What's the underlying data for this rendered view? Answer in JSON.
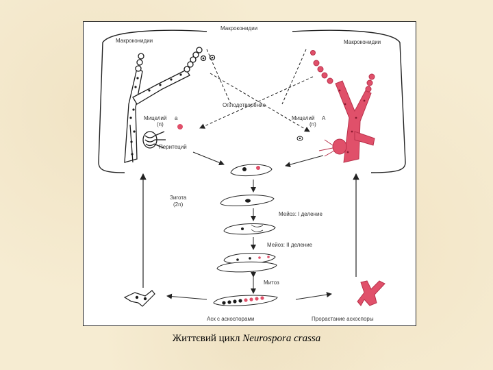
{
  "figure": {
    "labels": {
      "macroconidia_top": "Макроконидии",
      "macroconidia_left": "Макроконидии",
      "macroconidia_right": "Макроконидии",
      "fertilization": "Оплодотворение",
      "mycelium_a": "Мицелий",
      "mycelium_a_letter": "a",
      "mycelium_a_ploidy": "(n)",
      "mycelium_A": "Мицелий",
      "mycelium_A_letter": "A",
      "mycelium_A_ploidy": "(n)",
      "perithecium": "Перитеций",
      "zygote": "Зигота",
      "zygote_ploidy": "(2n)",
      "meiosis_1": "Мейоз: I деление",
      "meiosis_2": "Мейоз: II деление",
      "mitosis": "Митоз",
      "ascus": "Аск с аскоспорами",
      "germination": "Прорастание аскоспоры"
    },
    "colors": {
      "strain_a": "#1a1a1a",
      "strain_A": "#e0506a",
      "line": "#222222"
    }
  },
  "caption": {
    "text": "Життєвий цикл",
    "latin": "Neurospora crassa"
  }
}
